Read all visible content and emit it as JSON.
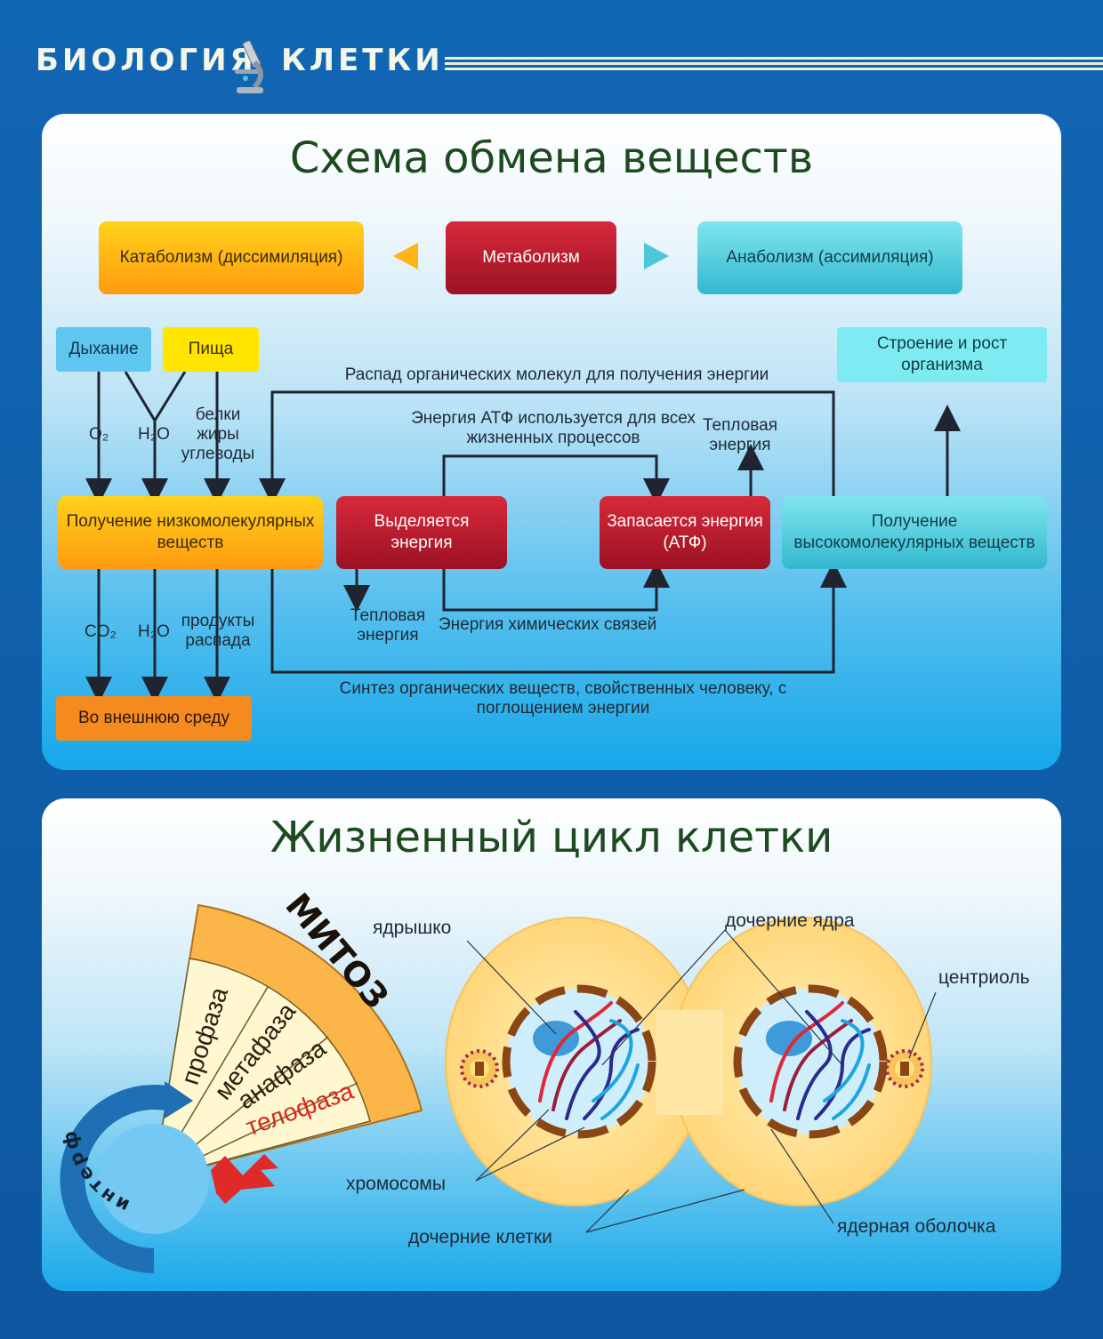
{
  "header": {
    "title_left": "БИОЛОГИЯ",
    "title_right": "КЛЕТКИ"
  },
  "metabolism": {
    "title": "Схема обмена веществ",
    "catabolism": "Катаболизм (диссимиляция)",
    "metabolism": "Метаболизм",
    "anabolism": "Анаболизм (ассимиляция)",
    "breathing": "Дыхание",
    "food": "Пища",
    "o2": "O₂",
    "h2o_in": "H₂O",
    "food_parts": "белки жиры углеводы",
    "growth": "Строение и рост организма",
    "decay_path": "Распад органических молекул для получения энергии",
    "atp_usage": "Энергия АТФ используется для всех жизненных процессов",
    "heat_top": "Тепловая энергия",
    "low_mol": "Получение низкомолекулярных веществ",
    "energy_released": "Выделяется энергия",
    "energy_stored": "Запасается энергия (АТФ)",
    "high_mol": "Получение высокомолекулярных веществ",
    "co2": "CO₂",
    "h2o_out": "H₂O",
    "decay_products": "продукты распада",
    "heat_bottom": "Тепловая энергия",
    "chem_bonds": "Энергия химических связей",
    "synthesis": "Синтез органических веществ, свойственных человеку, с поглощением энергии",
    "environment": "Во внешнюю среду"
  },
  "cell_cycle": {
    "title": "Жизненный цикл клетки",
    "mitosis": "МИТОЗ",
    "prophase": "профаза",
    "metaphase": "метафаза",
    "anaphase": "анафаза",
    "telophase": "телофаза",
    "interphase": "интерфаза",
    "nucleolus": "ядрышко",
    "daughter_nuclei": "дочерние ядра",
    "centriole": "центриоль",
    "chromosomes": "хромосомы",
    "daughter_cells": "дочерние клетки",
    "nuclear_envelope": "ядерная оболочка"
  },
  "colors": {
    "background": "#0f5aa6",
    "title_green": "#1d4a1f",
    "red": "#b71c2c",
    "orange": "#ffb314",
    "cyan": "#4cc6da"
  }
}
